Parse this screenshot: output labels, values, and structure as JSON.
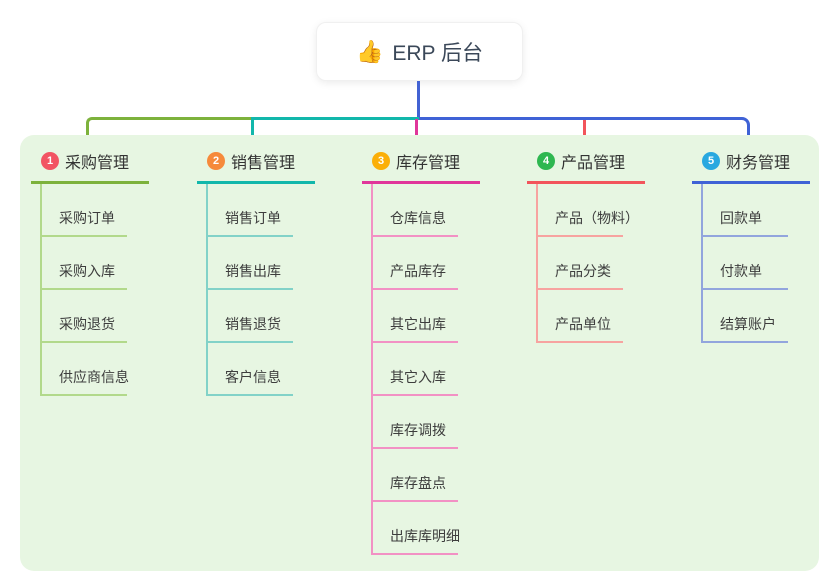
{
  "root": {
    "icon": "👍",
    "label": "ERP 后台"
  },
  "connector_color": "#4262d3",
  "branches": [
    {
      "num": "1",
      "title": "采购管理",
      "color": "#7db23c",
      "light_color": "#b2d98b",
      "badge_color": "#f25463",
      "children": [
        "采购订单",
        "采购入库",
        "采购退货",
        "供应商信息"
      ]
    },
    {
      "num": "2",
      "title": "销售管理",
      "color": "#12b7ab",
      "light_color": "#82d2c8",
      "badge_color": "#f68a3b",
      "children": [
        "销售订单",
        "销售出库",
        "销售退货",
        "客户信息"
      ]
    },
    {
      "num": "3",
      "title": "库存管理",
      "color": "#e0369a",
      "light_color": "#f291c4",
      "badge_color": "#fbaf08",
      "children": [
        "仓库信息",
        "产品库存",
        "其它出库",
        "其它入库",
        "库存调拨",
        "库存盘点",
        "出库库明细"
      ]
    },
    {
      "num": "4",
      "title": "产品管理",
      "color": "#f2545b",
      "light_color": "#f7a3a0",
      "badge_color": "#2eb750",
      "children": [
        "产品（物料）",
        "产品分类",
        "产品单位"
      ]
    },
    {
      "num": "5",
      "title": "财务管理",
      "color": "#3f62d6",
      "light_color": "#92a5dd",
      "badge_color": "#29a8e0",
      "children": [
        "回款单",
        "付款单",
        "结算账户"
      ]
    }
  ]
}
